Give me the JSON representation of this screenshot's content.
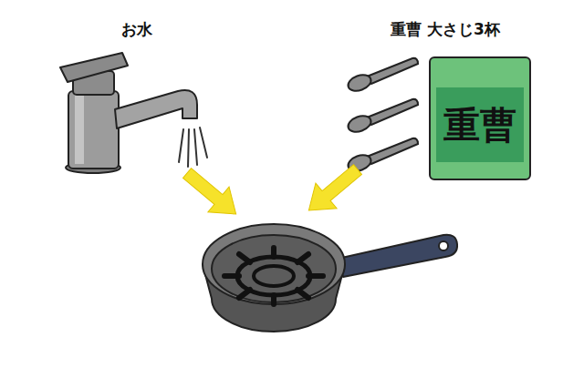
{
  "diagram": {
    "nodes": [
      {
        "text": [
          "重曹"
        ]
      }
    ],
    "labels": [
      "お水",
      "重曹 大さじ3杯"
    ]
  }
}
